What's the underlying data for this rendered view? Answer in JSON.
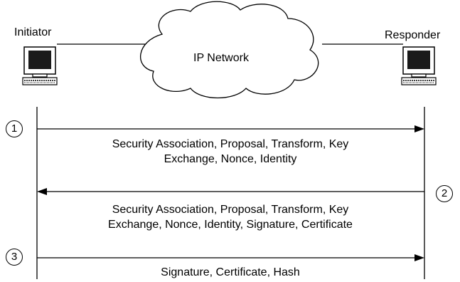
{
  "nodes": {
    "initiator": "Initiator",
    "responder": "Responder",
    "network": "IP Network"
  },
  "messages": [
    {
      "step": "1",
      "direction": "initiator-to-responder",
      "line1": "Security Association, Proposal, Transform, Key",
      "line2": "Exchange, Nonce, Identity"
    },
    {
      "step": "2",
      "direction": "responder-to-initiator",
      "line1": "Security Association, Proposal, Transform, Key",
      "line2": "Exchange, Nonce, Identity, Signature, Certificate"
    },
    {
      "step": "3",
      "direction": "initiator-to-responder",
      "line1": "Signature, Certificate, Hash"
    }
  ]
}
